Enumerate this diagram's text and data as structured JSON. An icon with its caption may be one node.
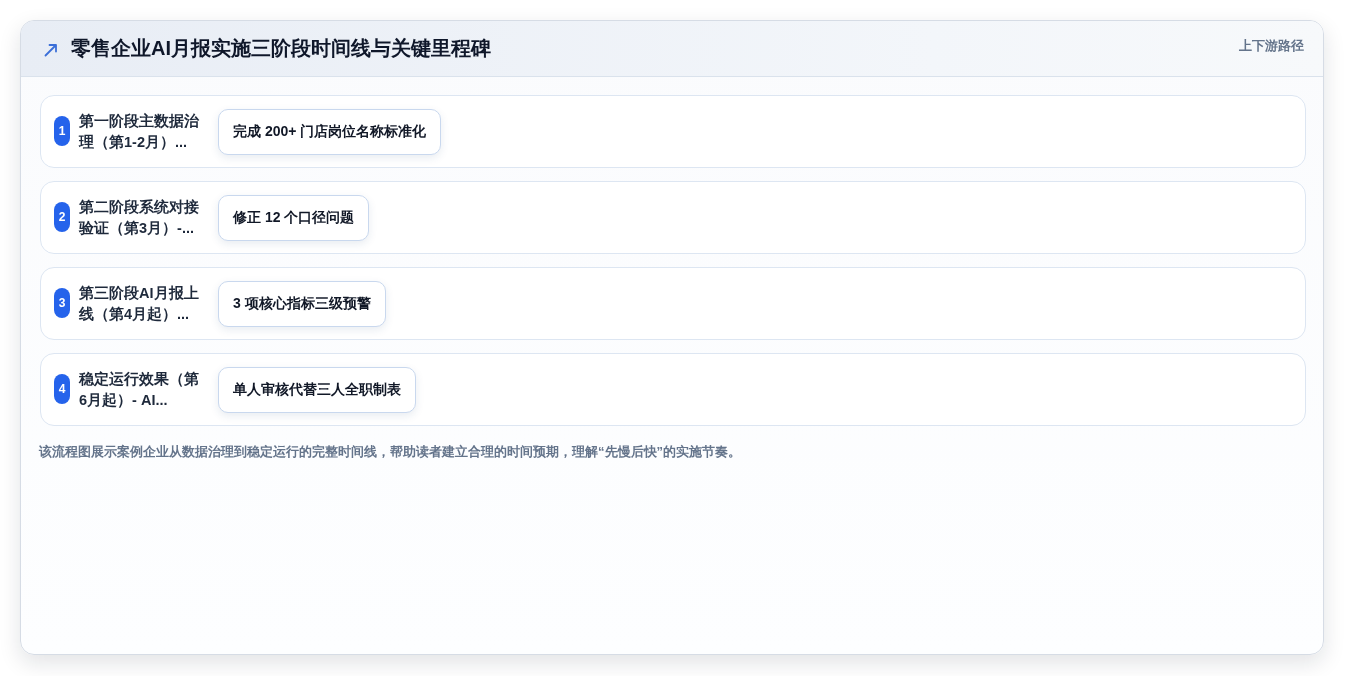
{
  "diagram": {
    "title": "零售企业AI月报实施三阶段时间线与关键里程碑",
    "nodes": [
      {
        "text": [
          "第一阶段主数据治理（第1-2月）..."
        ]
      },
      {
        "text": [
          "1"
        ],
        "in": 0
      },
      {
        "text": [
          "完成 200+ 门店岗位名称标准化"
        ],
        "in": 0
      },
      {
        "text": [
          "第二阶段系统对接验证（第3月）-..."
        ]
      },
      {
        "text": [
          "2"
        ],
        "in": 3
      },
      {
        "text": [
          "修正 12 个口径问题"
        ],
        "in": 3
      },
      {
        "text": [
          "第三阶段AI月报上线（第4月起）..."
        ]
      },
      {
        "text": [
          "3"
        ],
        "in": 6
      },
      {
        "text": [
          "3 项核心指标三级预警"
        ],
        "in": 6
      },
      {
        "text": [
          "稳定运行效果（第6月起）- AI..."
        ]
      },
      {
        "text": [
          "4"
        ],
        "in": 9
      },
      {
        "text": [
          "单人审核代替三人全职制表"
        ],
        "in": 9
      }
    ],
    "labels": [
      "上下游路径"
    ],
    "caption": "该流程图展示案例企业从数据治理到稳定运行的完整时间线，帮助读者建立合理的时间预期，理解“先慢后快”的实施节奏。"
  }
}
